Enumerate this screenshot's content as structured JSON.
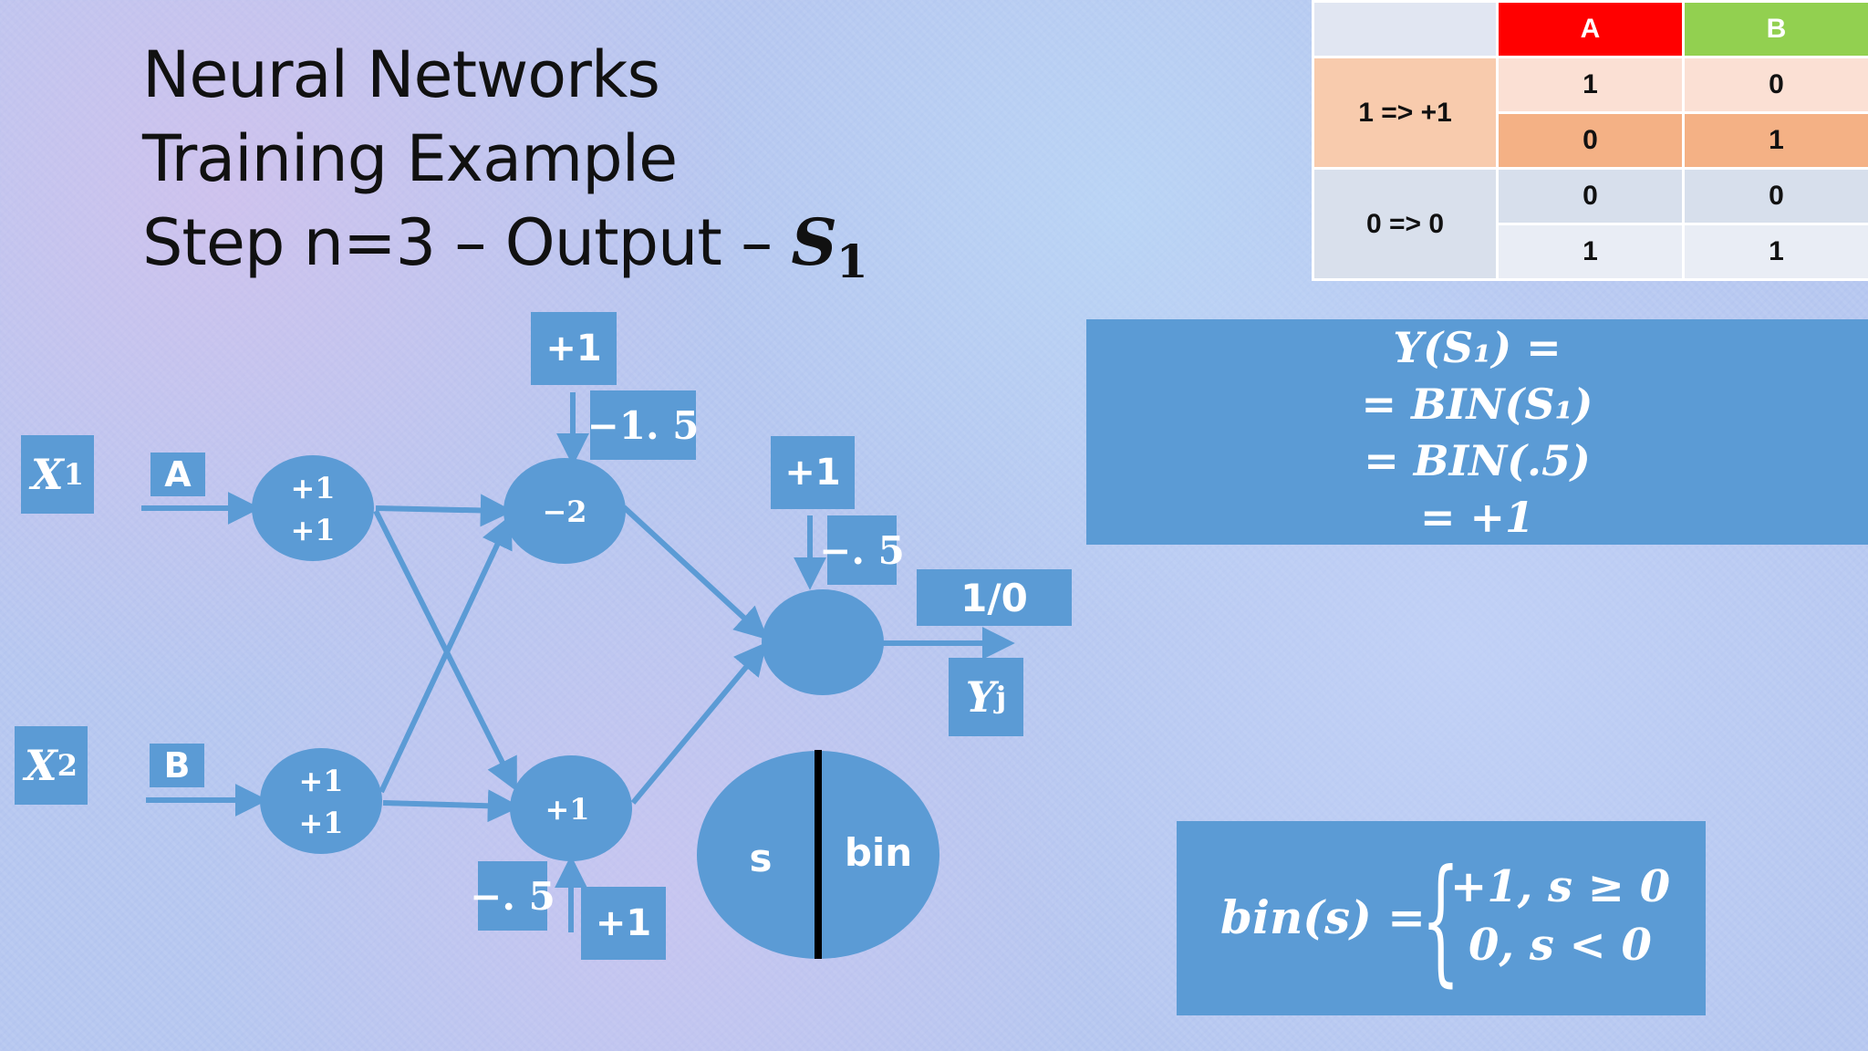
{
  "title": {
    "line1": "Neural Networks",
    "line2": "Training Example",
    "line3_prefix": "Step n=3 – Output – ",
    "line3_symbol": "S",
    "line3_sub": "1"
  },
  "inputs": {
    "x1": {
      "symbol": "X",
      "sub": "1",
      "input": "A"
    },
    "x2": {
      "symbol": "X",
      "sub": "2",
      "input": "B"
    }
  },
  "neurons": {
    "input_a": {
      "line1": "+1",
      "line2": "+1"
    },
    "input_b": {
      "line1": "+1",
      "line2": "+1"
    },
    "hidden_top": {
      "label": "−2",
      "bias_input": "+1",
      "bias_weight": "−1. 5"
    },
    "hidden_bottom": {
      "label": "+1",
      "bias_input": "+1",
      "bias_weight": "−. 5"
    },
    "output": {
      "label": "",
      "bias_input": "+1",
      "bias_weight": "−. 5"
    }
  },
  "output": {
    "value": "1/0",
    "symbol": "Y",
    "sub": "j"
  },
  "activation_legend": {
    "left": "s",
    "right": "bin"
  },
  "truth_table": {
    "headers": [
      {
        "label": "A",
        "color": "#ff0000"
      },
      {
        "label": "B",
        "color": "#92d050"
      }
    ],
    "groups": [
      {
        "label": "1 => +1",
        "rows": [
          [
            "1",
            "0"
          ],
          [
            "0",
            "1"
          ]
        ],
        "colors": [
          "#fbe0d4",
          "#f4b185"
        ],
        "label_color": "#f8cbad"
      },
      {
        "label": "0 => 0",
        "rows": [
          [
            "0",
            "0"
          ],
          [
            "1",
            "1"
          ]
        ],
        "colors": [
          "#d7dfec",
          "#e9edf5"
        ],
        "label_color": "#d9e0ec"
      }
    ]
  },
  "formula_y": {
    "row1": "Y(S₁) =",
    "row2": "= BIN(S₁)",
    "row3": "= BIN(.5)",
    "row4": "= +1"
  },
  "formula_bin": {
    "lhs": "bin(s) =",
    "case1": "+1, s ≥ 0",
    "case2": "0, s < 0"
  },
  "colors": {
    "box": "#5b9bd5",
    "arrow": "#5b9bd5"
  }
}
